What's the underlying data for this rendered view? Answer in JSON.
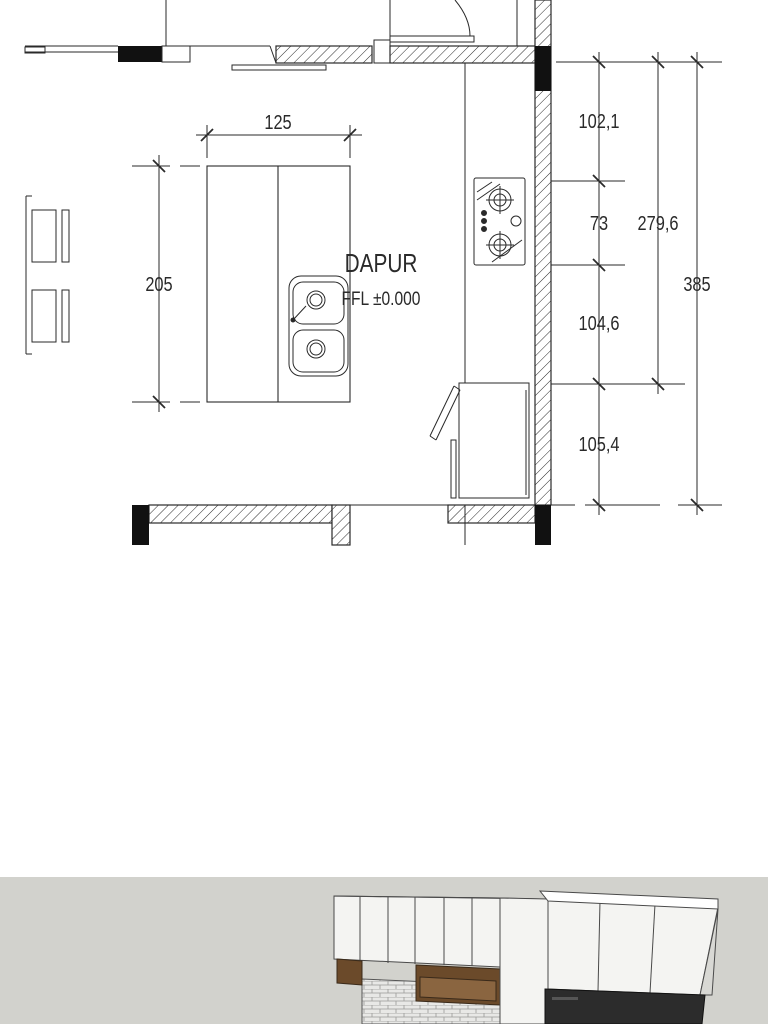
{
  "plan": {
    "room_name": "DAPUR",
    "floor_level": "FFL ±0.000",
    "dimensions": {
      "island_width": "125",
      "island_length": "205",
      "right_segment_1": "102,1",
      "right_segment_2": "73",
      "right_segment_3": "104,6",
      "right_segment_4": "105,4",
      "right_subtotal": "279,6",
      "right_total": "385"
    }
  },
  "colors": {
    "line": "#2a2a2a",
    "wall_fill": "#ffffff",
    "column": "#111111",
    "render_background": "#d2d2cd",
    "cabinet_white": "#f4f4f2",
    "wood_niche": "#6b4a2a",
    "appliance_dark": "#2c2c2c",
    "brick": "#e8e8e6"
  }
}
